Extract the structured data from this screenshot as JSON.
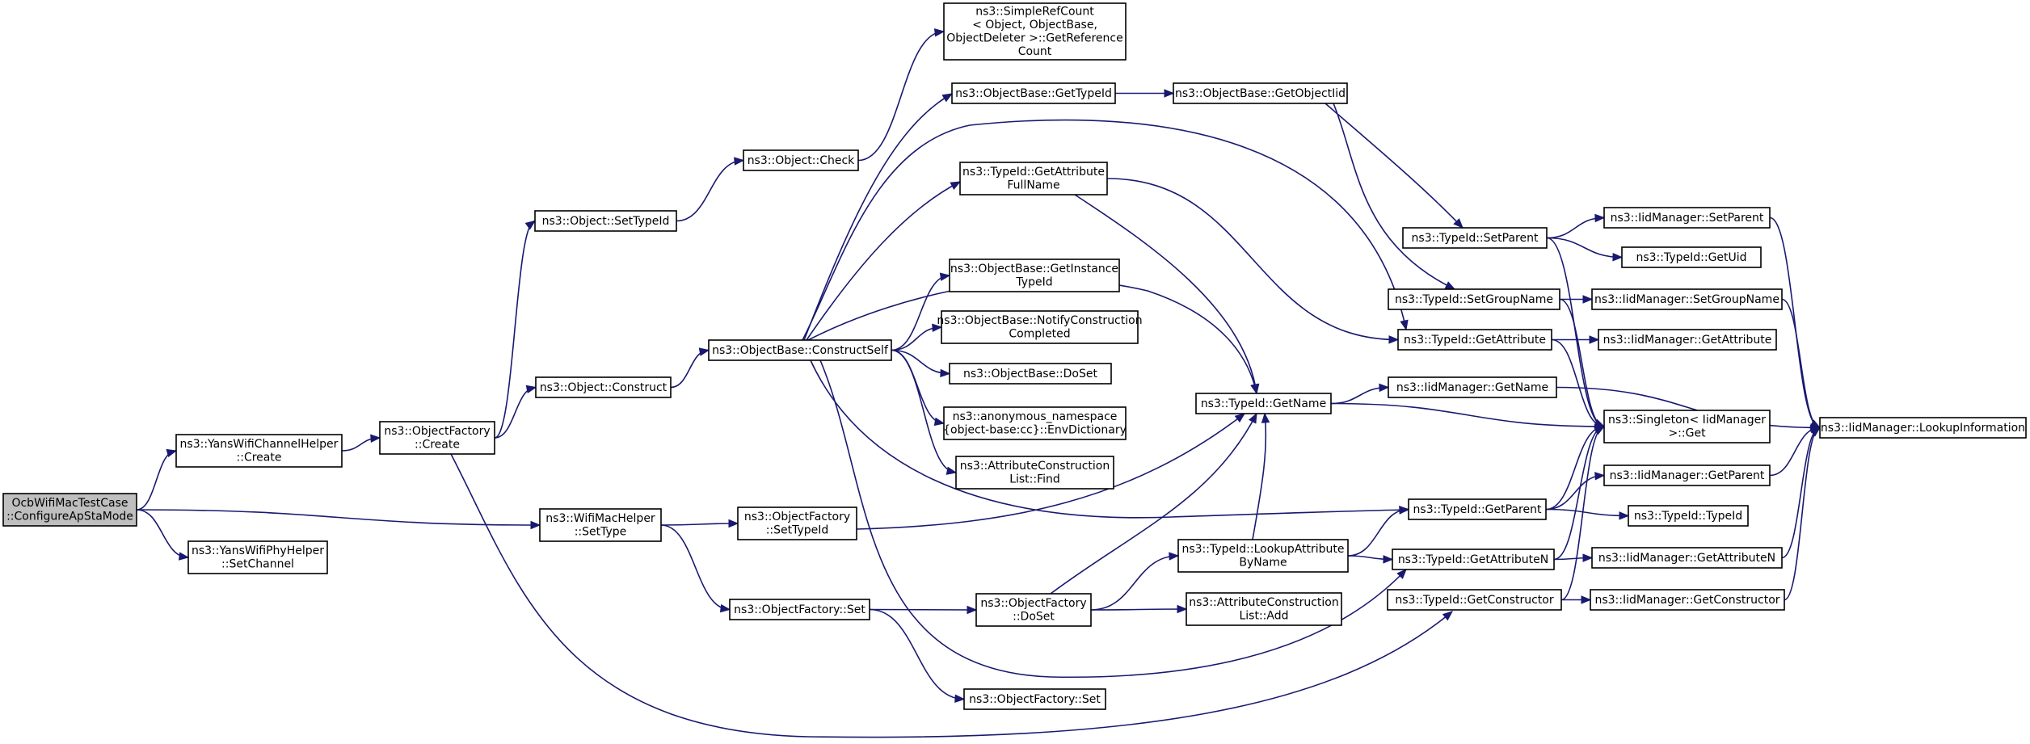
{
  "diagram": {
    "edge_color": "#191970",
    "root_fill": "#bfbfbf",
    "nodes": [
      {
        "id": "root",
        "lines": [
          "OcbWifiMacTestCase",
          "::ConfigureApStaMode"
        ]
      },
      {
        "id": "yanschan",
        "lines": [
          "ns3::YansWifiChannelHelper",
          "::Create"
        ]
      },
      {
        "id": "yansphy",
        "lines": [
          "ns3::YansWifiPhyHelper",
          "::SetChannel"
        ]
      },
      {
        "id": "wifimac",
        "lines": [
          "ns3::WifiMacHelper",
          "::SetType"
        ]
      },
      {
        "id": "ofcreate",
        "lines": [
          "ns3::ObjectFactory",
          "::Create"
        ]
      },
      {
        "id": "objsettype",
        "lines": [
          "ns3::Object::SetTypeId"
        ]
      },
      {
        "id": "objconstruct",
        "lines": [
          "ns3::Object::Construct"
        ]
      },
      {
        "id": "objcheck",
        "lines": [
          "ns3::Object::Check"
        ]
      },
      {
        "id": "simpleref",
        "lines": [
          "ns3::SimpleRefCount",
          "< Object, ObjectBase,",
          "ObjectDeleter >::GetReference",
          "Count"
        ]
      },
      {
        "id": "obgettid",
        "lines": [
          "ns3::ObjectBase::GetTypeId"
        ]
      },
      {
        "id": "obgetoid",
        "lines": [
          "ns3::ObjectBase::GetObjectIid"
        ]
      },
      {
        "id": "tidgetattrfull",
        "lines": [
          "ns3::TypeId::GetAttribute",
          "FullName"
        ]
      },
      {
        "id": "obgetinst",
        "lines": [
          "ns3::ObjectBase::GetInstance",
          "TypeId"
        ]
      },
      {
        "id": "obnotify",
        "lines": [
          "ns3::ObjectBase::NotifyConstruction",
          "Completed"
        ]
      },
      {
        "id": "obconstruct",
        "lines": [
          "ns3::ObjectBase::ConstructSelf"
        ]
      },
      {
        "id": "obdoset",
        "lines": [
          "ns3::ObjectBase::DoSet"
        ]
      },
      {
        "id": "anonenv",
        "lines": [
          "ns3::anonymous_namespace",
          "{object-base:cc}::EnvDictionary"
        ]
      },
      {
        "id": "acfind",
        "lines": [
          "ns3::AttributeConstruction",
          "List::Find"
        ]
      },
      {
        "id": "ofsettid",
        "lines": [
          "ns3::ObjectFactory",
          "::SetTypeId"
        ]
      },
      {
        "id": "ofset1",
        "lines": [
          "ns3::ObjectFactory::Set"
        ]
      },
      {
        "id": "ofdoset",
        "lines": [
          "ns3::ObjectFactory",
          "::DoSet"
        ]
      },
      {
        "id": "ofset2",
        "lines": [
          "ns3::ObjectFactory::Set"
        ]
      },
      {
        "id": "tidgetname",
        "lines": [
          "ns3::TypeId::GetName"
        ]
      },
      {
        "id": "tidlookup",
        "lines": [
          "ns3::TypeId::LookupAttribute",
          "ByName"
        ]
      },
      {
        "id": "acadd",
        "lines": [
          "ns3::AttributeConstruction",
          "List::Add"
        ]
      },
      {
        "id": "tidsetparent",
        "lines": [
          "ns3::TypeId::SetParent"
        ]
      },
      {
        "id": "tidsetgroup",
        "lines": [
          "ns3::TypeId::SetGroupName"
        ]
      },
      {
        "id": "tidgetattr",
        "lines": [
          "ns3::TypeId::GetAttribute"
        ]
      },
      {
        "id": "iidgetname",
        "lines": [
          "ns3::IidManager::GetName"
        ]
      },
      {
        "id": "tidgetparent",
        "lines": [
          "ns3::TypeId::GetParent"
        ]
      },
      {
        "id": "tidgetattrn",
        "lines": [
          "ns3::TypeId::GetAttributeN"
        ]
      },
      {
        "id": "tidgetctor",
        "lines": [
          "ns3::TypeId::GetConstructor"
        ]
      },
      {
        "id": "iidsetparent",
        "lines": [
          "ns3::IidManager::SetParent"
        ]
      },
      {
        "id": "tidgetuid",
        "lines": [
          "ns3::TypeId::GetUid"
        ]
      },
      {
        "id": "iidsetgroup",
        "lines": [
          "ns3::IidManager::SetGroupName"
        ]
      },
      {
        "id": "iidgetattr",
        "lines": [
          "ns3::IidManager::GetAttribute"
        ]
      },
      {
        "id": "singleton",
        "lines": [
          "ns3::Singleton< IidManager",
          ">::Get"
        ]
      },
      {
        "id": "iidgetparent",
        "lines": [
          "ns3::IidManager::GetParent"
        ]
      },
      {
        "id": "tidtypeid",
        "lines": [
          "ns3::TypeId::TypeId"
        ]
      },
      {
        "id": "iidgetattrn",
        "lines": [
          "ns3::IidManager::GetAttributeN"
        ]
      },
      {
        "id": "iidgetctor",
        "lines": [
          "ns3::IidManager::GetConstructor"
        ]
      },
      {
        "id": "iidlookup",
        "lines": [
          "ns3::IidManager::LookupInformation"
        ]
      }
    ],
    "edges": [
      [
        "root",
        "yanschan"
      ],
      [
        "root",
        "yansphy"
      ],
      [
        "root",
        "wifimac"
      ],
      [
        "yanschan",
        "ofcreate"
      ],
      [
        "ofcreate",
        "objsettype"
      ],
      [
        "ofcreate",
        "objconstruct"
      ],
      [
        "ofcreate",
        "tidgetctor"
      ],
      [
        "objsettype",
        "objcheck"
      ],
      [
        "objcheck",
        "simpleref"
      ],
      [
        "objconstruct",
        "obconstruct"
      ],
      [
        "obconstruct",
        "obgettid"
      ],
      [
        "obconstruct",
        "tidgetattrfull"
      ],
      [
        "obconstruct",
        "obgetinst"
      ],
      [
        "obconstruct",
        "obnotify"
      ],
      [
        "obconstruct",
        "obdoset"
      ],
      [
        "obconstruct",
        "anonenv"
      ],
      [
        "obconstruct",
        "acfind"
      ],
      [
        "obconstruct",
        "tidgetname"
      ],
      [
        "obconstruct",
        "tidgetattr"
      ],
      [
        "obconstruct",
        "tidgetparent"
      ],
      [
        "obconstruct",
        "tidgetattrn"
      ],
      [
        "obgettid",
        "obgetoid"
      ],
      [
        "obgetoid",
        "tidsetparent"
      ],
      [
        "obgetoid",
        "tidsetgroup"
      ],
      [
        "tidgetattrfull",
        "tidgetname"
      ],
      [
        "tidgetattrfull",
        "tidgetattr"
      ],
      [
        "wifimac",
        "ofsettid"
      ],
      [
        "wifimac",
        "ofset1"
      ],
      [
        "ofsettid",
        "tidgetname"
      ],
      [
        "ofset1",
        "ofdoset"
      ],
      [
        "ofset1",
        "ofset2"
      ],
      [
        "ofdoset",
        "tidgetname"
      ],
      [
        "ofdoset",
        "tidlookup"
      ],
      [
        "ofdoset",
        "acadd"
      ],
      [
        "tidgetname",
        "iidgetname"
      ],
      [
        "tidgetname",
        "singleton"
      ],
      [
        "tidlookup",
        "tidgetname"
      ],
      [
        "tidlookup",
        "tidgetparent"
      ],
      [
        "tidlookup",
        "tidgetattrn"
      ],
      [
        "tidsetparent",
        "iidsetparent"
      ],
      [
        "tidsetparent",
        "tidgetuid"
      ],
      [
        "tidsetparent",
        "singleton"
      ],
      [
        "tidsetgroup",
        "iidsetgroup"
      ],
      [
        "tidsetgroup",
        "singleton"
      ],
      [
        "tidgetattr",
        "iidgetattr"
      ],
      [
        "tidgetattr",
        "singleton"
      ],
      [
        "iidgetname",
        "iidlookup"
      ],
      [
        "tidgetparent",
        "iidgetparent"
      ],
      [
        "tidgetparent",
        "tidtypeid"
      ],
      [
        "tidgetparent",
        "singleton"
      ],
      [
        "tidgetattrn",
        "iidgetattrn"
      ],
      [
        "tidgetattrn",
        "singleton"
      ],
      [
        "tidgetctor",
        "iidgetctor"
      ],
      [
        "tidgetctor",
        "singleton"
      ],
      [
        "iidsetparent",
        "iidlookup"
      ],
      [
        "iidsetgroup",
        "iidlookup"
      ],
      [
        "iidgetparent",
        "iidlookup"
      ],
      [
        "iidgetattrn",
        "iidlookup"
      ],
      [
        "iidgetctor",
        "iidlookup"
      ]
    ]
  }
}
